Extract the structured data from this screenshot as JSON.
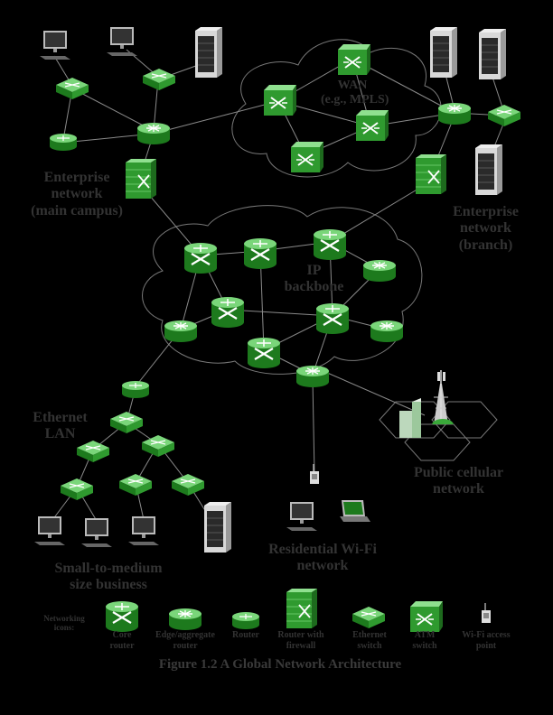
{
  "labels": {
    "wan": "WAN",
    "wan_sub": "(e.g., MPLS)",
    "enterprise_main_1": "Enterprise",
    "enterprise_main_2": "network",
    "enterprise_main_3": "(main campus)",
    "enterprise_branch_1": "Enterprise",
    "enterprise_branch_2": "network",
    "enterprise_branch_3": "(branch)",
    "ip_backbone_1": "IP",
    "ip_backbone_2": "backbone",
    "ethernet_lan_1": "Ethernet",
    "ethernet_lan_2": "LAN",
    "public_cellular_1": "Public cellular",
    "public_cellular_2": "network",
    "residential_1": "Residential Wi-Fi",
    "residential_2": "network",
    "small_business_1": "Small-to-medium",
    "small_business_2": "size business"
  },
  "legend": {
    "title_1": "Networking",
    "title_2": "icons:",
    "core_router_1": "Core",
    "core_router_2": "router",
    "edge_router_1": "Edge/aggregate",
    "edge_router_2": "router",
    "router": "Router",
    "firewall_1": "Router with",
    "firewall_2": "firewall",
    "eth_switch_1": "Ethernet",
    "eth_switch_2": "switch",
    "atm_switch_1": "ATM",
    "atm_switch_2": "switch",
    "wifi_ap_1": "Wi-Fi access",
    "wifi_ap_2": "point"
  },
  "caption": "Figure 1.2  A Global Network Architecture",
  "colors": {
    "device_green": "#3aa83a",
    "device_dark": "#1d6a1d",
    "device_light": "#8fe08f",
    "link": "#8a8a8a",
    "text": "#333333"
  }
}
